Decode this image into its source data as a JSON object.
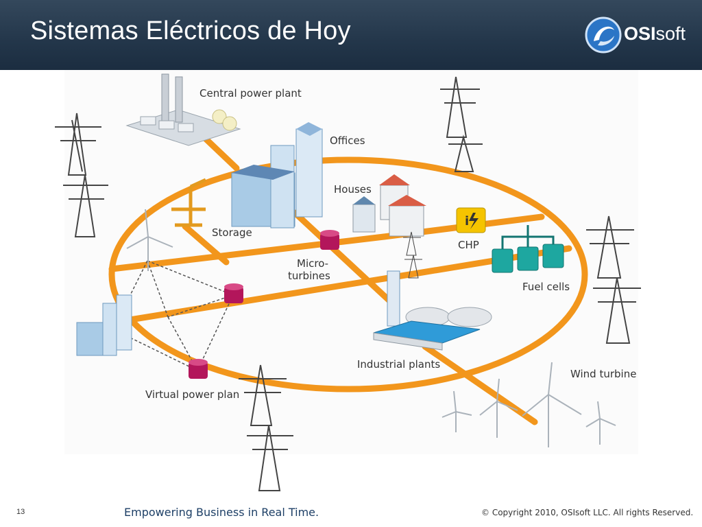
{
  "slide": {
    "title": "Sistemas Eléctricos de Hoy",
    "page_number": "13",
    "tagline": "Empowering Business in Real Time.",
    "copyright": "© Copyright 2010, OSIsoft LLC.  All rights Reserved."
  },
  "logo": {
    "brand_bold": "OSI",
    "brand_light": "soft",
    "icon": "osisoft-swirl-icon"
  },
  "diagram": {
    "labels": {
      "central_power_plant": "Central power plant",
      "offices": "Offices",
      "houses": "Houses",
      "storage": "Storage",
      "chp": "CHP",
      "micro_turbines_1": "Micro-",
      "micro_turbines_2": "turbines",
      "fuel_cells": "Fuel cells",
      "industrial_plants": "Industrial plants",
      "wind_turbines": "Wind turbine",
      "virtual_power_plant": "Virtual power plan"
    },
    "colors": {
      "grid_line": "#f2961c",
      "building_blue": "#a9cbe6",
      "fuel_cell": "#1ea7a0",
      "micro_turbine": "#b3165b",
      "chp": "#f5c400",
      "header": "#23364a"
    }
  }
}
